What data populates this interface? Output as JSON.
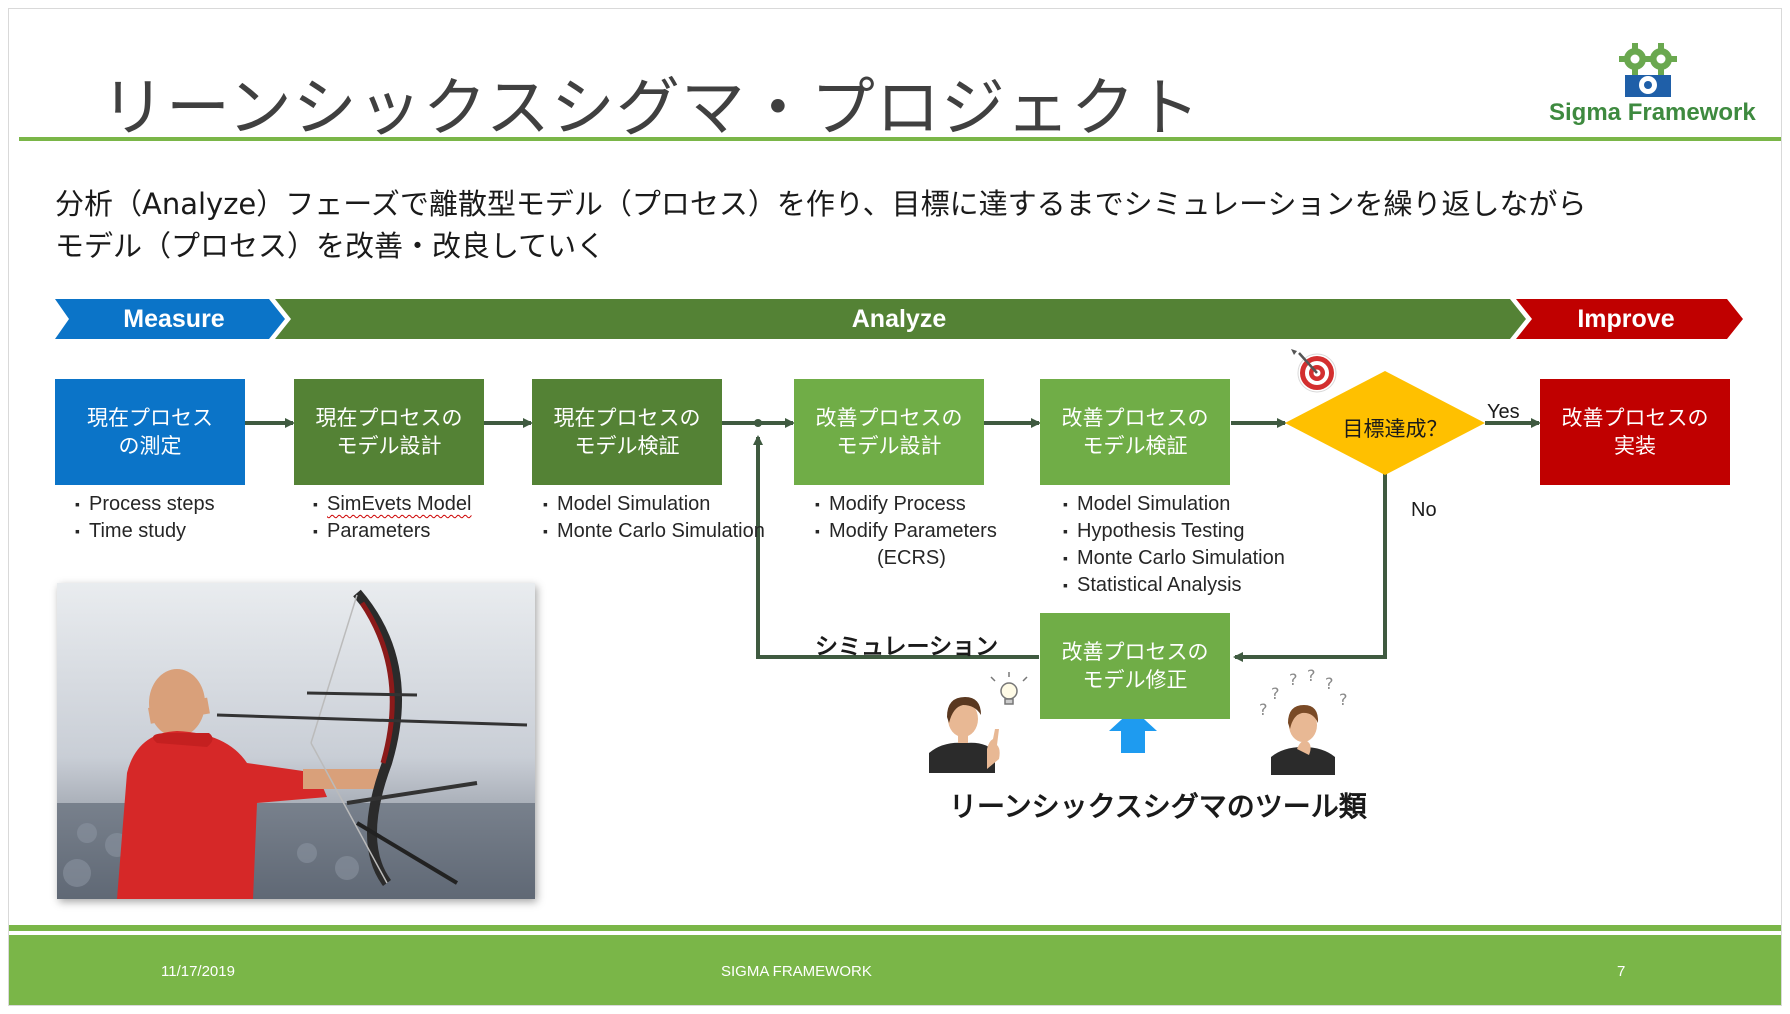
{
  "slide": {
    "title": "リーンシックスシグマ・プロジェクト",
    "logo_text": "Sigma Framework",
    "intro_line1": "分析（Analyze）フェーズで離散型モデル（プロセス）を作り、目標に達するまでシミュレーションを繰り返しながら",
    "intro_line2": "モデル（プロセス）を改善・改良していく"
  },
  "phases": {
    "measure": "Measure",
    "analyze": "Analyze",
    "improve": "Improve"
  },
  "colors": {
    "measure_blue": "#0b74c8",
    "analyze_dark_green": "#548235",
    "analyze_light_green": "#70ad47",
    "improve_red": "#c00000",
    "decision_yellow": "#ffc000",
    "accent_green": "#7ab648",
    "connector": "#3f5a40",
    "tool_arrow": "#1e9bf0"
  },
  "boxes": {
    "b1": {
      "line1": "現在プロセス",
      "line2": "の測定"
    },
    "b2": {
      "line1": "現在プロセスの",
      "line2": "モデル設計"
    },
    "b3": {
      "line1": "現在プロセスの",
      "line2": "モデル検証"
    },
    "b4": {
      "line1": "改善プロセスの",
      "line2": "モデル設計"
    },
    "b5": {
      "line1": "改善プロセスの",
      "line2": "モデル検証"
    },
    "b6": {
      "line1": "改善プロセスの",
      "line2": "実装"
    },
    "b7": {
      "line1": "改善プロセスの",
      "line2": "モデル修正"
    }
  },
  "decision": {
    "label": "目標達成？",
    "yes": "Yes",
    "no": "No",
    "target_icon": "target-icon"
  },
  "bullets": {
    "b1": [
      "Process steps",
      "Time study"
    ],
    "b2": [
      "SimEvets Model",
      "Parameters"
    ],
    "b3": [
      "Model Simulation",
      "Monte Carlo Simulation"
    ],
    "b4": [
      "Modify Process",
      "Modify Parameters",
      "(ECRS)"
    ],
    "b5": [
      "Model Simulation",
      "Hypothesis Testing",
      "Monte Carlo Simulation",
      "Statistical Analysis"
    ]
  },
  "loop_label": "シミュレーション",
  "tools_label": "リーンシックスシグマのツール類",
  "footer": {
    "date": "11/17/2019",
    "center": "SIGMA FRAMEWORK",
    "page": "7"
  }
}
